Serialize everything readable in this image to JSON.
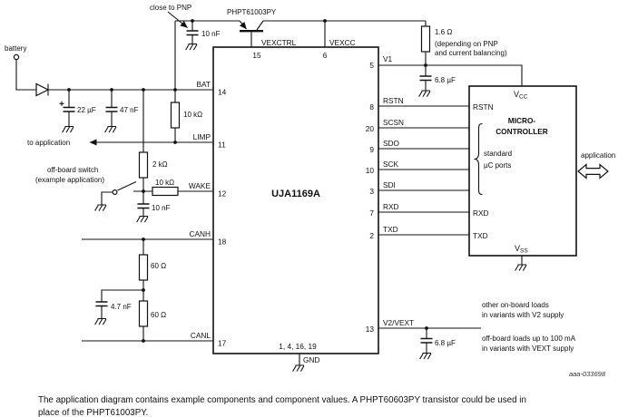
{
  "figure": {
    "footer_line1": "The application diagram contains example components and component values. A PHPT60603PY transistor could be used in",
    "footer_line2": "place of the PHPT61003PY.",
    "figure_id": "aaa-033698"
  },
  "chip": {
    "name": "UJA1169A",
    "top_pins": [
      {
        "label": "VEXCTRL",
        "number": "15"
      },
      {
        "label": "VEXCC",
        "number": "6"
      }
    ],
    "left_pins": [
      {
        "label": "BAT",
        "number": "14"
      },
      {
        "label": "LIMP",
        "number": "11"
      },
      {
        "label": "WAKE",
        "number": "12"
      },
      {
        "label": "CANH",
        "number": "18"
      },
      {
        "label": "CANL",
        "number": "17"
      }
    ],
    "right_pins": [
      {
        "label": "V1",
        "number": "5"
      },
      {
        "label": "RSTN",
        "number": "8"
      },
      {
        "label": "SCSN",
        "number": "20"
      },
      {
        "label": "SDO",
        "number": "9"
      },
      {
        "label": "SCK",
        "number": "10"
      },
      {
        "label": "SDI",
        "number": "3"
      },
      {
        "label": "RXD",
        "number": "7"
      },
      {
        "label": "TXD",
        "number": "2"
      },
      {
        "label": "V2/VEXT",
        "number": "13"
      }
    ],
    "gnd_pin": {
      "label": "GND",
      "number": "1, 4, 16, 19"
    }
  },
  "micro": {
    "title_line1": "MICRO-",
    "title_line2": "CONTROLLER",
    "vcc_main": "V",
    "vcc_sub": "CC",
    "vss_main": "V",
    "vss_sub": "SS",
    "rstn": "RSTN",
    "rxd": "RXD",
    "txd": "TXD",
    "ports_line1": "standard",
    "ports_line2": "µC ports",
    "application": "application"
  },
  "components": {
    "battery": "battery",
    "close_to_pnp": "close to PNP",
    "pnp": "PHPT61003PY",
    "cap_10nf_pnp": "10 nF",
    "cap_22uf": "22 µF",
    "cap_47nf": "47 nF",
    "res_10k_limp": "10 kΩ",
    "to_application": "to application",
    "switch_line1": "off-board switch",
    "switch_line2": "(example application)",
    "res_2k": "2 kΩ",
    "res_10k_wake": "10 kΩ",
    "cap_10nf_wake": "10 nF",
    "res_60_top": "60 Ω",
    "res_60_bot": "60 Ω",
    "cap_4_7nf": "4.7 nF",
    "res_1_6": "1.6 Ω",
    "res_1_6_note1": "(depending on PNP",
    "res_1_6_note2": "and current balancing)",
    "cap_6_8uf_v1": "6.8 µF",
    "cap_6_8uf_vext": "6.8 µF"
  },
  "notes": {
    "v2_line1": "other on-board loads",
    "v2_line2": "in variants with V2 supply",
    "vext_line1": "off-board loads up to 100 mA",
    "vext_line2": "in variants with VEXT supply"
  },
  "colors": {
    "ink": "#111111",
    "background": "#ffffff"
  }
}
